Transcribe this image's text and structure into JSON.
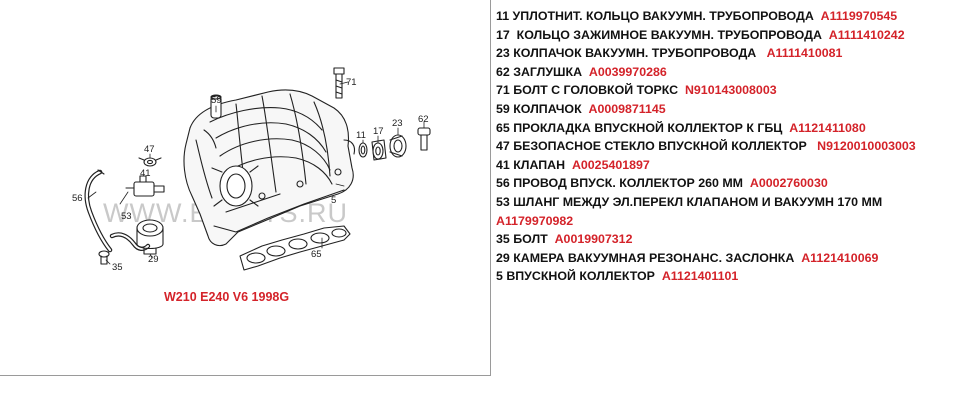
{
  "diagram": {
    "callouts": {
      "c11": "11",
      "c17": "17",
      "c23": "23",
      "c62": "62",
      "c71": "71",
      "c59": "59",
      "c47": "47",
      "c41": "41",
      "c56": "56",
      "c53": "53",
      "c35": "35",
      "c29": "29",
      "c65": "65",
      "c5": "5"
    },
    "watermark": "WWW.ELCATS.RU",
    "model_label": "W210 E240 V6 1998G"
  },
  "parts": [
    {
      "desc": "11 УПЛОТНИТ. КОЛЬЦО ВАКУУМН. ТРУБОПРОВОДА  ",
      "num": "A1119970545"
    },
    {
      "desc": "17  КОЛЬЦО ЗАЖИМНОЕ ВАКУУМН. ТРУБОПРОВОДА  ",
      "num": "A1111410242"
    },
    {
      "desc": "23 КОЛПАЧОК ВАКУУМН. ТРУБОПРОВОДА   ",
      "num": "A1111410081"
    },
    {
      "desc": "62 ЗАГЛУШКА  ",
      "num": "A0039970286"
    },
    {
      "desc": "71 БОЛТ С ГОЛОВКОЙ ТОРКС  ",
      "num": "N910143008003"
    },
    {
      "desc": "59 КОЛПАЧОК  ",
      "num": "A0009871145"
    },
    {
      "desc": "65 ПРОКЛАДКА ВПУСКНОЙ КОЛЛЕКТОР К ГБЦ  ",
      "num": "A1121411080"
    },
    {
      "desc": "47 БЕЗОПАСНОЕ СТЕКЛО ВПУСКНОЙ КОЛЛЕКТОР   ",
      "num": "N9120010003003"
    },
    {
      "desc": "41 КЛАПАН  ",
      "num": "A0025401897"
    },
    {
      "desc": "56 ПРОВОД ВПУСК. КОЛЛЕКТОР 260 ММ  ",
      "num": "A0002760030"
    },
    {
      "desc": "53 ШЛАНГ МЕЖДУ ЭЛ.ПЕРЕКЛ КЛАПАНОМ И ВАКУУМН 170 ММ",
      "num": ""
    },
    {
      "desc": "",
      "num": "A1179970982"
    },
    {
      "desc": "35 БОЛТ  ",
      "num": "A0019907312"
    },
    {
      "desc": "29 КАМЕРА ВАКУУМНАЯ РЕЗОНАНС. ЗАСЛОНКА  ",
      "num": "A1121410069"
    },
    {
      "desc": "5 ВПУСКНОЙ КОЛЛЕКТОР  ",
      "num": "A1121401101"
    }
  ]
}
